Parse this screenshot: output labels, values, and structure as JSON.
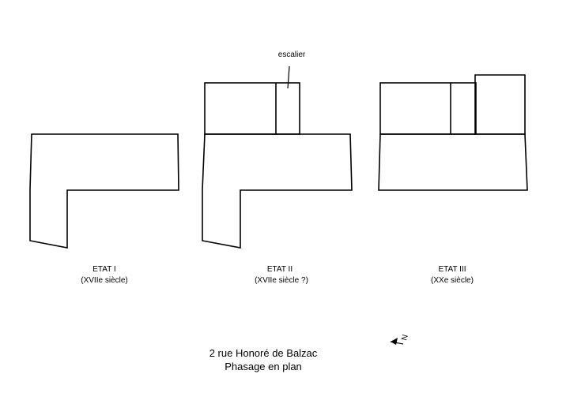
{
  "diagram": {
    "annotation": "escalier",
    "states": [
      {
        "name": "ETAT I",
        "period": "(XVIIe siècle)"
      },
      {
        "name": "ETAT II",
        "period": "(XVIIe siècle ?)"
      },
      {
        "name": "ETAT III",
        "period": "(XXe siècle)"
      }
    ],
    "north_label": "N",
    "title_line1": "2 rue Honoré de Balzac",
    "title_line2": "Phasage en plan"
  }
}
